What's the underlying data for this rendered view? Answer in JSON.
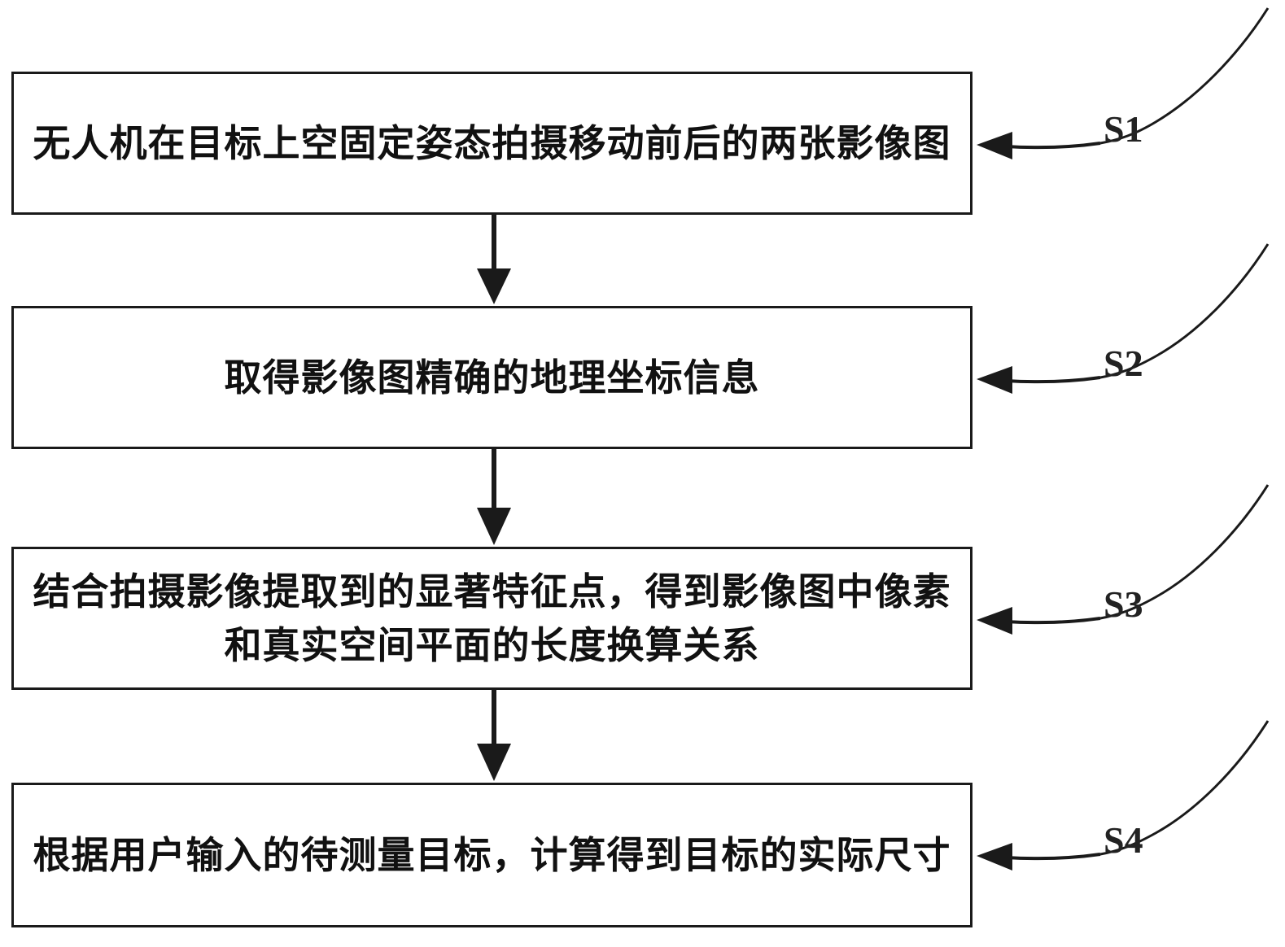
{
  "steps": [
    {
      "id": "S1",
      "label": "S1",
      "text": "无人机在目标上空固定姿态拍摄移动前后的两张影像图"
    },
    {
      "id": "S2",
      "label": "S2",
      "text": "取得影像图精确的地理坐标信息"
    },
    {
      "id": "S3",
      "label": "S3",
      "text": "结合拍摄影像提取到的显著特征点，得到影像图中像素和真实空间平面的长度换算关系"
    },
    {
      "id": "S4",
      "label": "S4",
      "text": "根据用户输入的待测量目标，计算得到目标的实际尺寸"
    }
  ],
  "colors": {
    "stroke": "#1a1a1a",
    "background": "#ffffff"
  }
}
